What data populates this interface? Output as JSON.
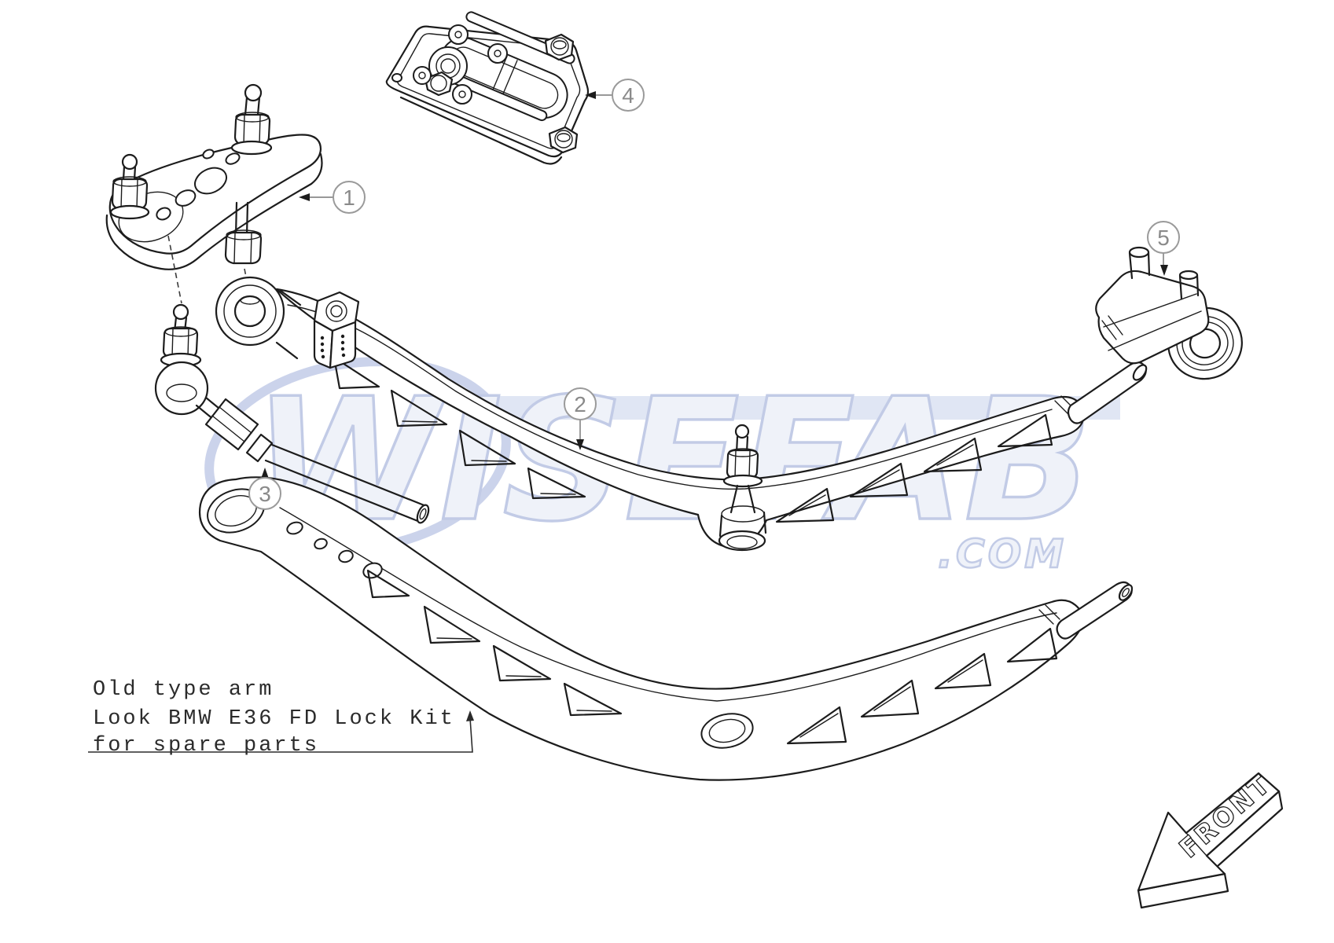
{
  "note": {
    "line1": "Old type arm",
    "line2": "Look BMW E36 FD Lock Kit",
    "line3": "for spare parts"
  },
  "callouts": [
    {
      "label": "1"
    },
    {
      "label": "2"
    },
    {
      "label": "3"
    },
    {
      "label": "4"
    },
    {
      "label": "5"
    }
  ],
  "front": {
    "label": "FRONT"
  },
  "watermark": {
    "text": "WISEFAB",
    "suffix": ".COM"
  },
  "colors": {
    "line": "#1c1c1c",
    "callout_gray": "#8a8a8a",
    "note_text": "#2b2b2b",
    "watermark_fill": "#eef1f9",
    "watermark_stroke": "#bcc6e4",
    "watermark_band": "#dde4f3",
    "background": "#ffffff"
  }
}
